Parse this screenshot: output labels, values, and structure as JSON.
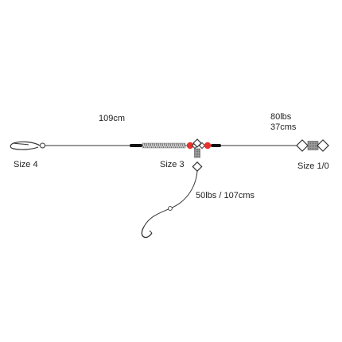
{
  "labels": {
    "length_main": "109cm",
    "breaking_strain": "80lbs",
    "length_right": "37cms",
    "left_clip_size": "Size 4",
    "middle_swivel_size": "Size 3",
    "right_swivel_size": "Size 1/0",
    "hook_leader": "50lbs / 107cms"
  },
  "colors": {
    "line": "#333333",
    "bead": "#e8322b",
    "sleeve": "#111111",
    "spring": "#9a9a9a",
    "swivel_body": "#8c8c8c"
  }
}
